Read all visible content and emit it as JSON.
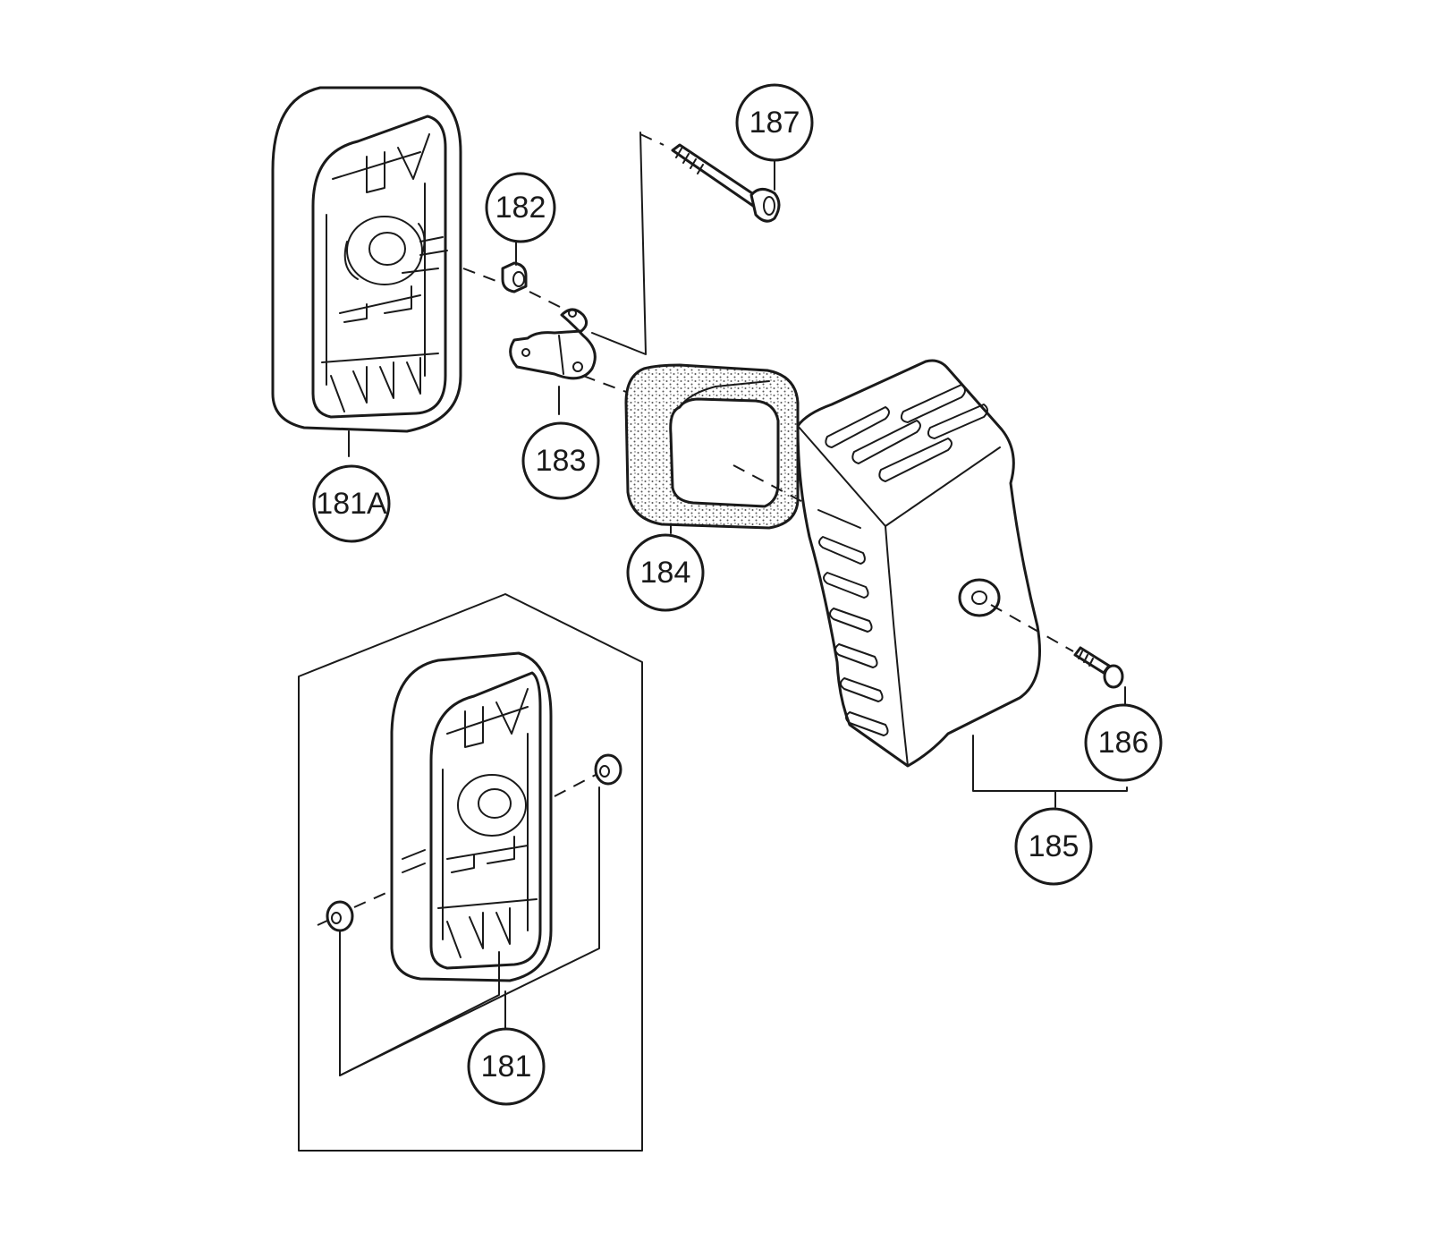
{
  "callouts": {
    "p181A": "181A",
    "p182": "182",
    "p183": "183",
    "p184": "184",
    "p185": "185",
    "p186": "186",
    "p187": "187",
    "p181": "181"
  },
  "colors": {
    "line": "#1a1a1a",
    "background": "#ffffff",
    "foam": "#555555"
  }
}
